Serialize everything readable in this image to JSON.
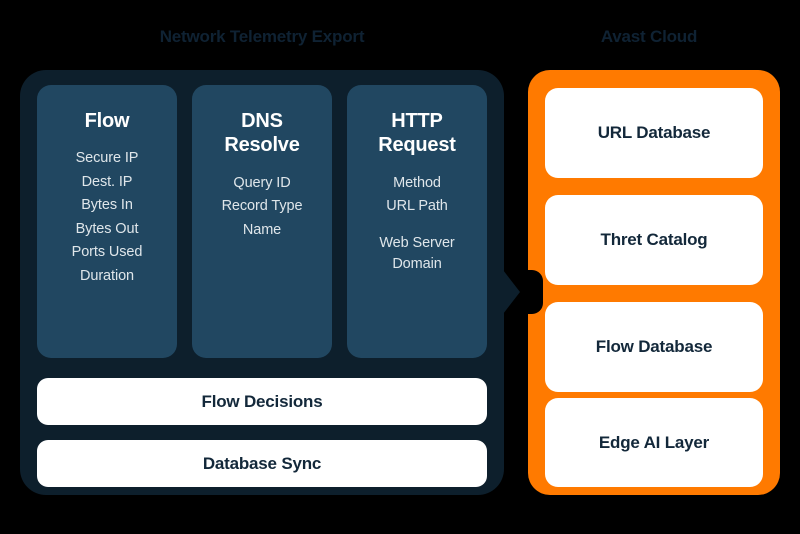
{
  "colors": {
    "background": "#000000",
    "telemetry_panel": "#0d1f2c",
    "protocol_card": "#214761",
    "cloud_panel": "#ff7a00",
    "card_white": "#ffffff",
    "dark_text": "#13283a",
    "title_text": "#0f2233",
    "field_text": "#dfe6ea"
  },
  "telemetry": {
    "title": "Network Telemetry Export",
    "protocols": [
      {
        "title": "Flow",
        "title_lines": [
          "Flow"
        ],
        "fields": [
          "Secure IP",
          "Dest. IP",
          "Bytes In",
          "Bytes Out",
          "Ports Used",
          "Duration"
        ]
      },
      {
        "title": "DNS Resolve",
        "title_lines": [
          "DNS",
          "Resolve"
        ],
        "fields": [
          "Query ID",
          "Record Type",
          "Name"
        ]
      },
      {
        "title": "HTTP Request",
        "title_lines": [
          "HTTP",
          "Request"
        ],
        "fields": [
          "Method",
          "URL Path",
          "Web Server",
          "Domain"
        ]
      }
    ],
    "bars": [
      {
        "label": "Flow Decisions"
      },
      {
        "label": "Database Sync"
      }
    ],
    "arrow": "arrow-right-to-cloud"
  },
  "cloud": {
    "title": "Avast Cloud",
    "cards": [
      {
        "label": "URL Database"
      },
      {
        "label": "Thret Catalog"
      },
      {
        "label": "Flow Database"
      },
      {
        "label": "Edge AI Layer"
      }
    ]
  }
}
